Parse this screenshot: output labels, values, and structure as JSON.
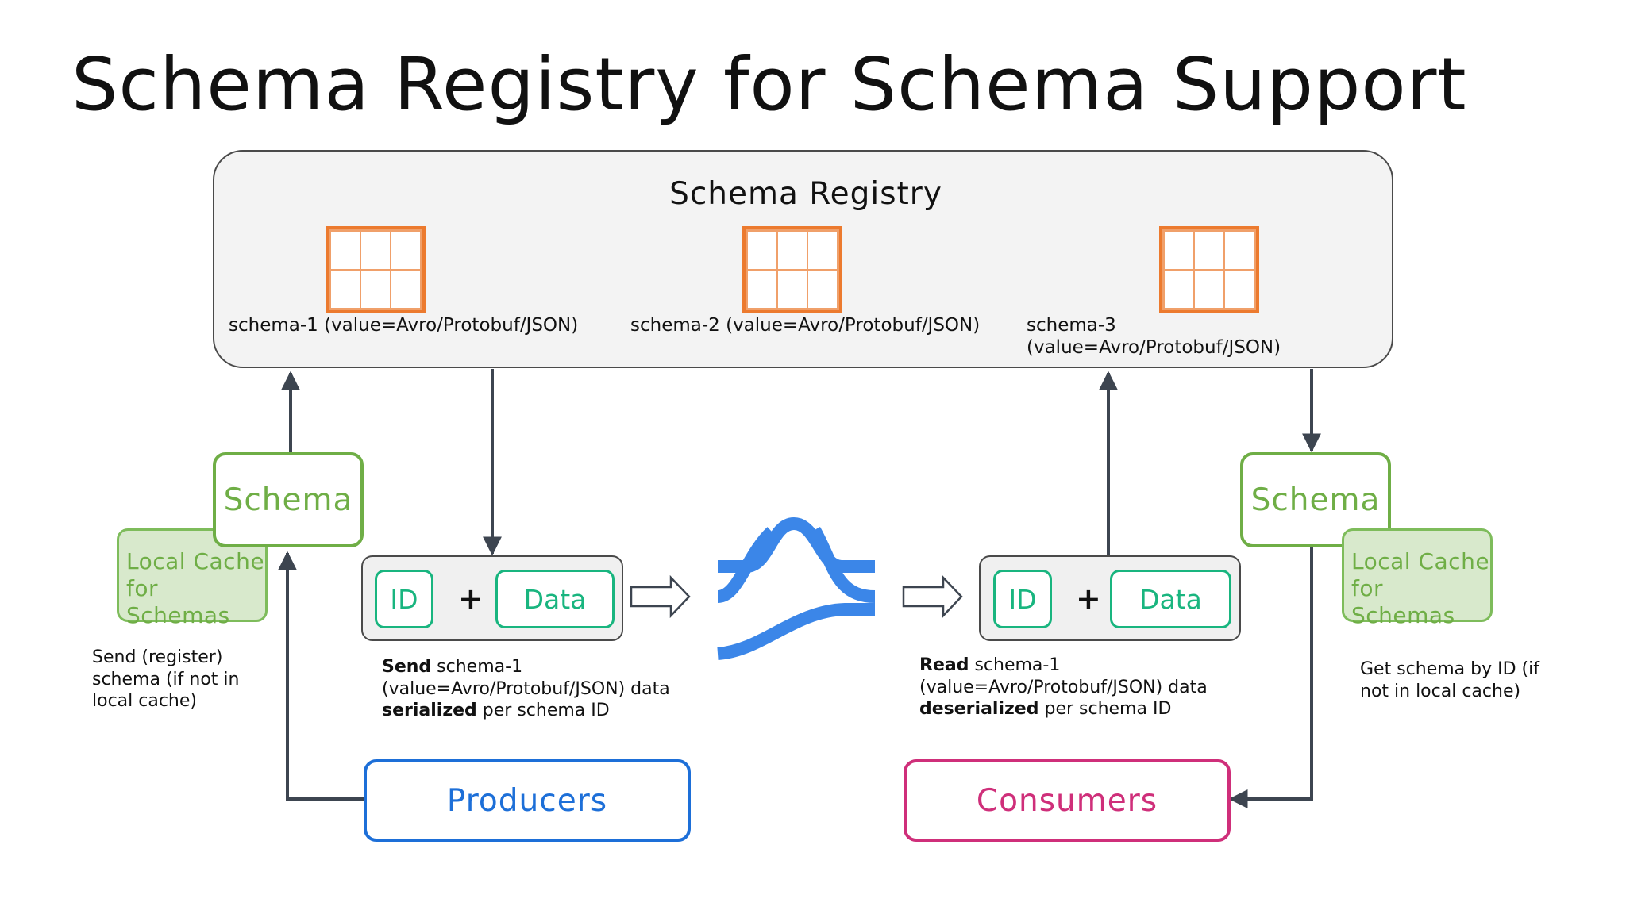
{
  "title": "Schema Registry for Schema Support",
  "registry": {
    "title": "Schema Registry",
    "schemas": [
      {
        "label": "schema-1 (value=Avro/Protobuf/JSON)"
      },
      {
        "label": "schema-2 (value=Avro/Protobuf/JSON)"
      },
      {
        "label_line1": "schema-3",
        "label_line2": "(value=Avro/Protobuf/JSON)"
      }
    ]
  },
  "producer_side": {
    "schema_box": "Schema",
    "cache_line1": "Local Cache",
    "cache_line2": "for Schemas",
    "note_line1": "Send (register)",
    "note_line2": "schema (if not in",
    "note_line3": "local cache)",
    "id_label": "ID",
    "plus": "+",
    "data_label": "Data",
    "desc_bold1": "Send",
    "desc_rest1": " schema-1",
    "desc_line2": "(value=Avro/Protobuf/JSON) data",
    "desc_bold3": "serialized",
    "desc_rest3": " per schema ID",
    "actor": "Producers"
  },
  "consumer_side": {
    "schema_box": "Schema",
    "cache_line1": "Local Cache",
    "cache_line2": "for Schemas",
    "note_line1": "Get schema by ID (if",
    "note_line2": "not in local cache)",
    "id_label": "ID",
    "plus": "+",
    "data_label": "Data",
    "desc_bold1": "Read",
    "desc_rest1": " schema-1",
    "desc_line2": "(value=Avro/Protobuf/JSON) data",
    "desc_bold3": "deserialized",
    "desc_rest3": " per schema ID",
    "actor": "Consumers"
  },
  "icons": {
    "broker": "kafka-logo-icon",
    "table": "table-grid-icon",
    "arrow": "hollow-right-arrow-icon"
  },
  "colors": {
    "table_orange": "#ec7a2e",
    "schema_green": "#6fae46",
    "id_data_teal": "#19b57f",
    "producer_blue": "#1d6fd8",
    "consumer_pink": "#cf2f7a",
    "logo_blue": "#3b86e8"
  }
}
